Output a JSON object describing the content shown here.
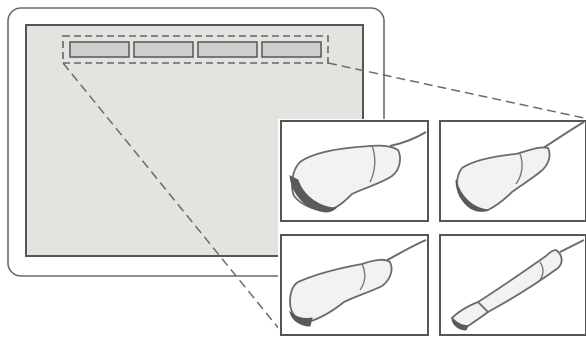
{
  "diagram": {
    "colors": {
      "outline": "#6b6b6b",
      "screen_fill": "#e4e3e0",
      "tab_fill": "#cfcfcf",
      "panel_fill": "#ffffff",
      "probe_fill": "#f2f2f2",
      "probe_tip": "#5a5a5a"
    },
    "device": {
      "tab_count": 4
    },
    "probes": [
      {
        "name": "convex-probe"
      },
      {
        "name": "micro-convex-probe"
      },
      {
        "name": "linear-probe"
      },
      {
        "name": "hockey-stick-probe"
      }
    ]
  }
}
